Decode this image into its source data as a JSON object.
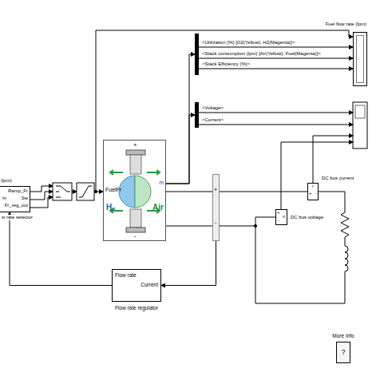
{
  "diagram": {
    "nodes": [
      {
        "text": [
          "(lpm)",
          "Ramp_Fr",
          "Sw",
          "Fr_reg_out",
          "In",
          "w rate selector"
        ]
      },
      {
        "text": [
          "FuelFr",
          "m",
          "+",
          "-",
          "H₂",
          "Air"
        ]
      },
      {
        "text": [
          "<Utilization (%) [O2(Yellow); H2(Magenta)]>",
          "<Stack consumption (lpm) [Air(Yellow); Fuel(Magenta)]>",
          "<Stack Efficiency (%)>"
        ]
      },
      {
        "text": [
          "<Voltage>",
          "<Current>"
        ]
      },
      {
        "text": [
          "Fuel flow rate (lpm)"
        ]
      },
      {
        "text": [
          "+",
          "-"
        ]
      },
      {
        "text": [
          "+",
          "i",
          "-",
          "DC bus current"
        ]
      },
      {
        "text": [
          "+",
          "-",
          "v",
          "DC bus voltage"
        ]
      },
      {
        "text": [
          "Flow rate",
          "Current",
          "Flow rate regulator"
        ]
      },
      {
        "text": [
          "More Info",
          "?"
        ]
      }
    ],
    "edges": [
      {
        "from": 1,
        "to": 2,
        "arrow": "to"
      },
      {
        "from": 1,
        "to": 3,
        "arrow": "to"
      },
      {
        "from": 2,
        "to": 4,
        "arrow": "to"
      },
      {
        "from": 2,
        "to": 4,
        "arrow": "to"
      },
      {
        "from": 2,
        "to": 4,
        "arrow": "to"
      },
      {
        "from": 1,
        "to": 5,
        "arrow": "none"
      },
      {
        "from": 1,
        "to": 5,
        "arrow": "none"
      },
      {
        "from": 5,
        "to": 6,
        "arrow": "none"
      },
      {
        "from": 5,
        "to": 7,
        "arrow": "none"
      },
      {
        "from": 5,
        "to": 8,
        "arrow": "to"
      },
      {
        "from": 8,
        "to": 0,
        "arrow": "to"
      }
    ]
  }
}
